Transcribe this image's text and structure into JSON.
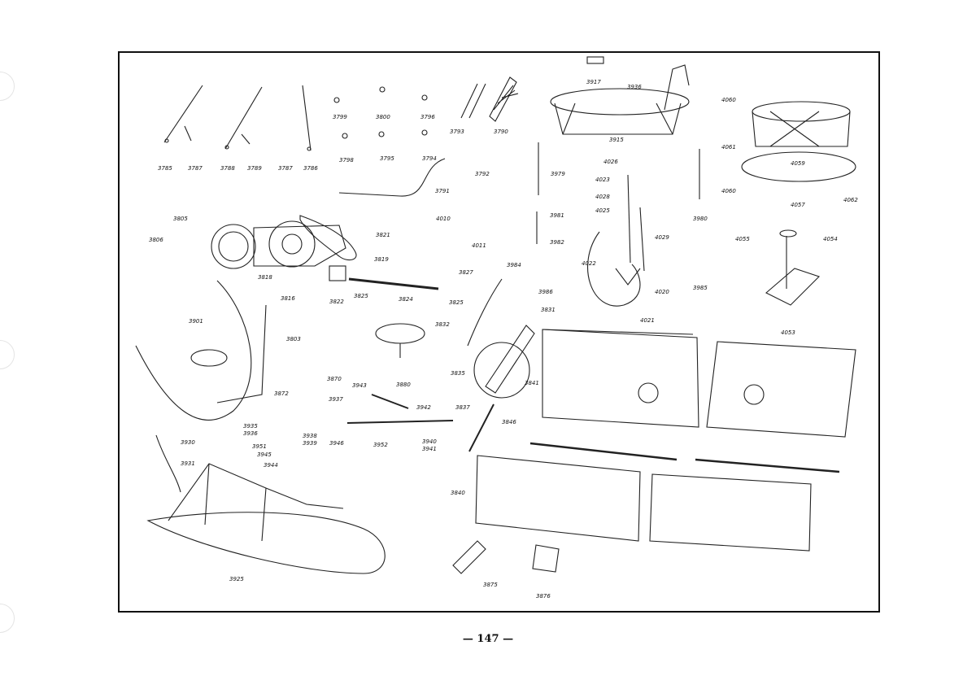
{
  "page": {
    "page_number": "— 147 —"
  },
  "diagram": {
    "part_labels": [
      "3785",
      "3787",
      "3788",
      "3789",
      "3787",
      "3786",
      "3799",
      "3800",
      "3796",
      "3793",
      "3790",
      "3917",
      "3936",
      "3915",
      "4060",
      "3798",
      "3795",
      "3794",
      "3792",
      "3791",
      "3979",
      "4026",
      "4023",
      "4028",
      "4025",
      "4061",
      "4059",
      "4060",
      "4057",
      "4062",
      "3806",
      "3805",
      "3821",
      "3819",
      "4010",
      "4011",
      "3981",
      "3982",
      "4022",
      "4029",
      "3980",
      "4055",
      "4054",
      "3818",
      "3816",
      "3822",
      "3825",
      "3824",
      "3827",
      "3825",
      "3984",
      "3986",
      "4020",
      "4021",
      "3985",
      "3831",
      "3832",
      "3901",
      "3803",
      "3870",
      "3943",
      "3880",
      "3835",
      "3841",
      "3872",
      "3937",
      "3942",
      "3837",
      "4053",
      "3935",
      "3936",
      "3938",
      "3939",
      "3946",
      "3952",
      "3940",
      "3941",
      "3846",
      "3930",
      "3951",
      "3945",
      "3944",
      "3931",
      "3840",
      "3925",
      "3875",
      "3876"
    ]
  }
}
